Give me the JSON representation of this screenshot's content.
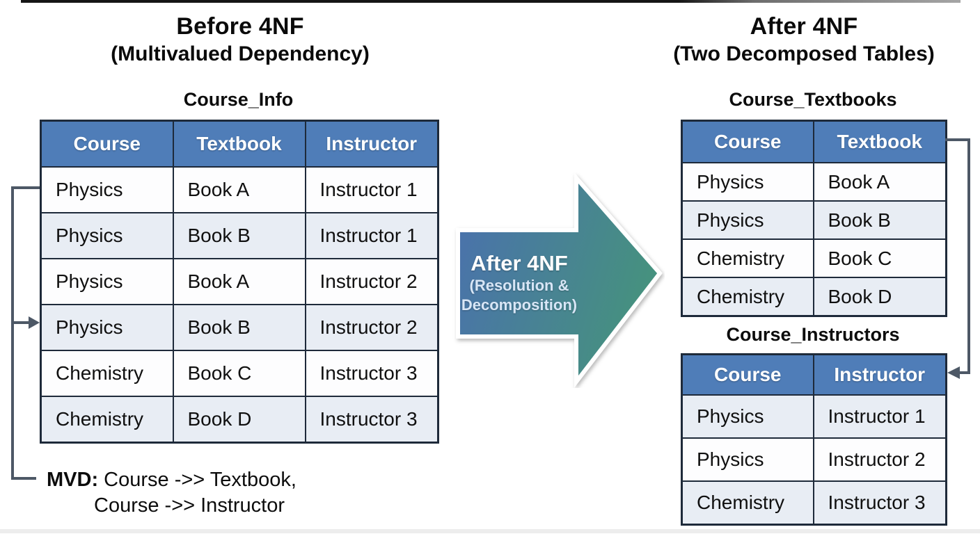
{
  "left": {
    "title": "Before 4NF",
    "subtitle": "(Multivalued Dependency)",
    "table": {
      "name": "Course_Info",
      "headers": [
        "Course",
        "Textbook",
        "Instructor"
      ],
      "rows": [
        [
          "Physics",
          "Book A",
          "Instructor 1"
        ],
        [
          "Physics",
          "Book B",
          "Instructor 1"
        ],
        [
          "Physics",
          "Book A",
          "Instructor 2"
        ],
        [
          "Physics",
          "Book B",
          "Instructor 2"
        ],
        [
          "Chemistry",
          "Book C",
          "Instructor 3"
        ],
        [
          "Chemistry",
          "Book D",
          "Instructor 3"
        ]
      ]
    },
    "mvd": {
      "label": "MVD:",
      "line1": " Course ->> Textbook,",
      "line2": "Course ->> Instructor"
    }
  },
  "arrow": {
    "title": "After 4NF",
    "subtitle_line1": "(Resolution &",
    "subtitle_line2": "Decomposition)"
  },
  "right": {
    "title": "After 4NF",
    "subtitle": "(Two Decomposed Tables)",
    "table_textbooks": {
      "name": "Course_Textbooks",
      "headers": [
        "Course",
        "Textbook"
      ],
      "rows": [
        [
          "Physics",
          "Book A"
        ],
        [
          "Physics",
          "Book B"
        ],
        [
          "Chemistry",
          "Book C"
        ],
        [
          "Chemistry",
          "Book D"
        ]
      ]
    },
    "table_instructors": {
      "name": "Course_Instructors",
      "headers": [
        "Course",
        "Instructor"
      ],
      "rows": [
        [
          "Physics",
          "Instructor 1"
        ],
        [
          "Physics",
          "Instructor 2"
        ],
        [
          "Chemistry",
          "Instructor 3"
        ]
      ]
    }
  },
  "colors": {
    "header_bg": "#4f7db8",
    "row_alt_bg": "#e8edf4",
    "row_bg": "#fdfdfe",
    "table_border": "#1e2a3a",
    "connector": "#4d5866",
    "arrow_grad_start": "#4a70ae",
    "arrow_grad_end": "#46917f"
  }
}
